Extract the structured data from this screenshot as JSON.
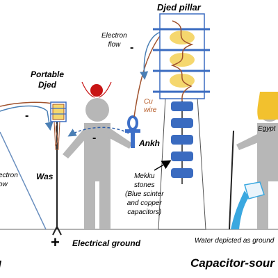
{
  "title": "Djed pillar",
  "labels": {
    "electron_flow_top": [
      "Electron",
      "flow"
    ],
    "portable_djed": [
      "Portable",
      "Djed"
    ],
    "cu_wire": [
      "Cu",
      "wire"
    ],
    "ankh": "Ankh",
    "was": "Was",
    "electron_flow_left": [
      "ectron",
      "ow"
    ],
    "mekku": [
      "Mekku",
      "stones",
      "(Blue scinter",
      "and copper",
      "capacitors)"
    ],
    "egypt": "Egypt",
    "electrical_ground": "Electrical ground",
    "water_ground": "Water depicted as ground",
    "bottom_left": "l",
    "bottom_right": "Capacitor-sour",
    "plus": "+"
  },
  "charge_sign": "-",
  "colors": {
    "figure": "#b7b7b7",
    "wire": "#a0522d",
    "flow_arrow": "#4a7fb5",
    "ankh": "#3d6fc8",
    "stone": "#3a6bc0",
    "headball": "#c81414",
    "coil": "#f5d76e",
    "gold": "#f2c12e",
    "water": "#3aa8e0"
  }
}
